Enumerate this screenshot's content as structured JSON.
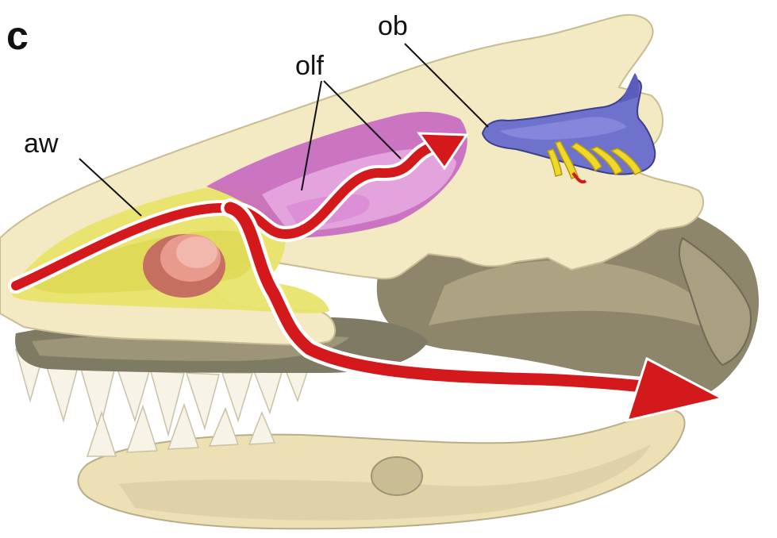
{
  "figure": {
    "panel_label": "c",
    "labels": {
      "airway": "aw",
      "olfactory": "olf",
      "olfactory_bulb": "ob"
    }
  },
  "colors": {
    "background": "#ffffff",
    "bone_light": "#f3e9c3",
    "bone_shadow": "#a69d7f",
    "bone_dark": "#6e6a55",
    "teeth": "#f7f3e6",
    "airway_yellow": "#e7e46a",
    "olfactory_purple": "#c668c2",
    "olfactory_pink": "#e4a6df",
    "bulb_blue": "#6f72cc",
    "nerve_yellow": "#f0d82a",
    "flow_arrow": "#d4191c",
    "eye_pink": "#e89a8d"
  }
}
